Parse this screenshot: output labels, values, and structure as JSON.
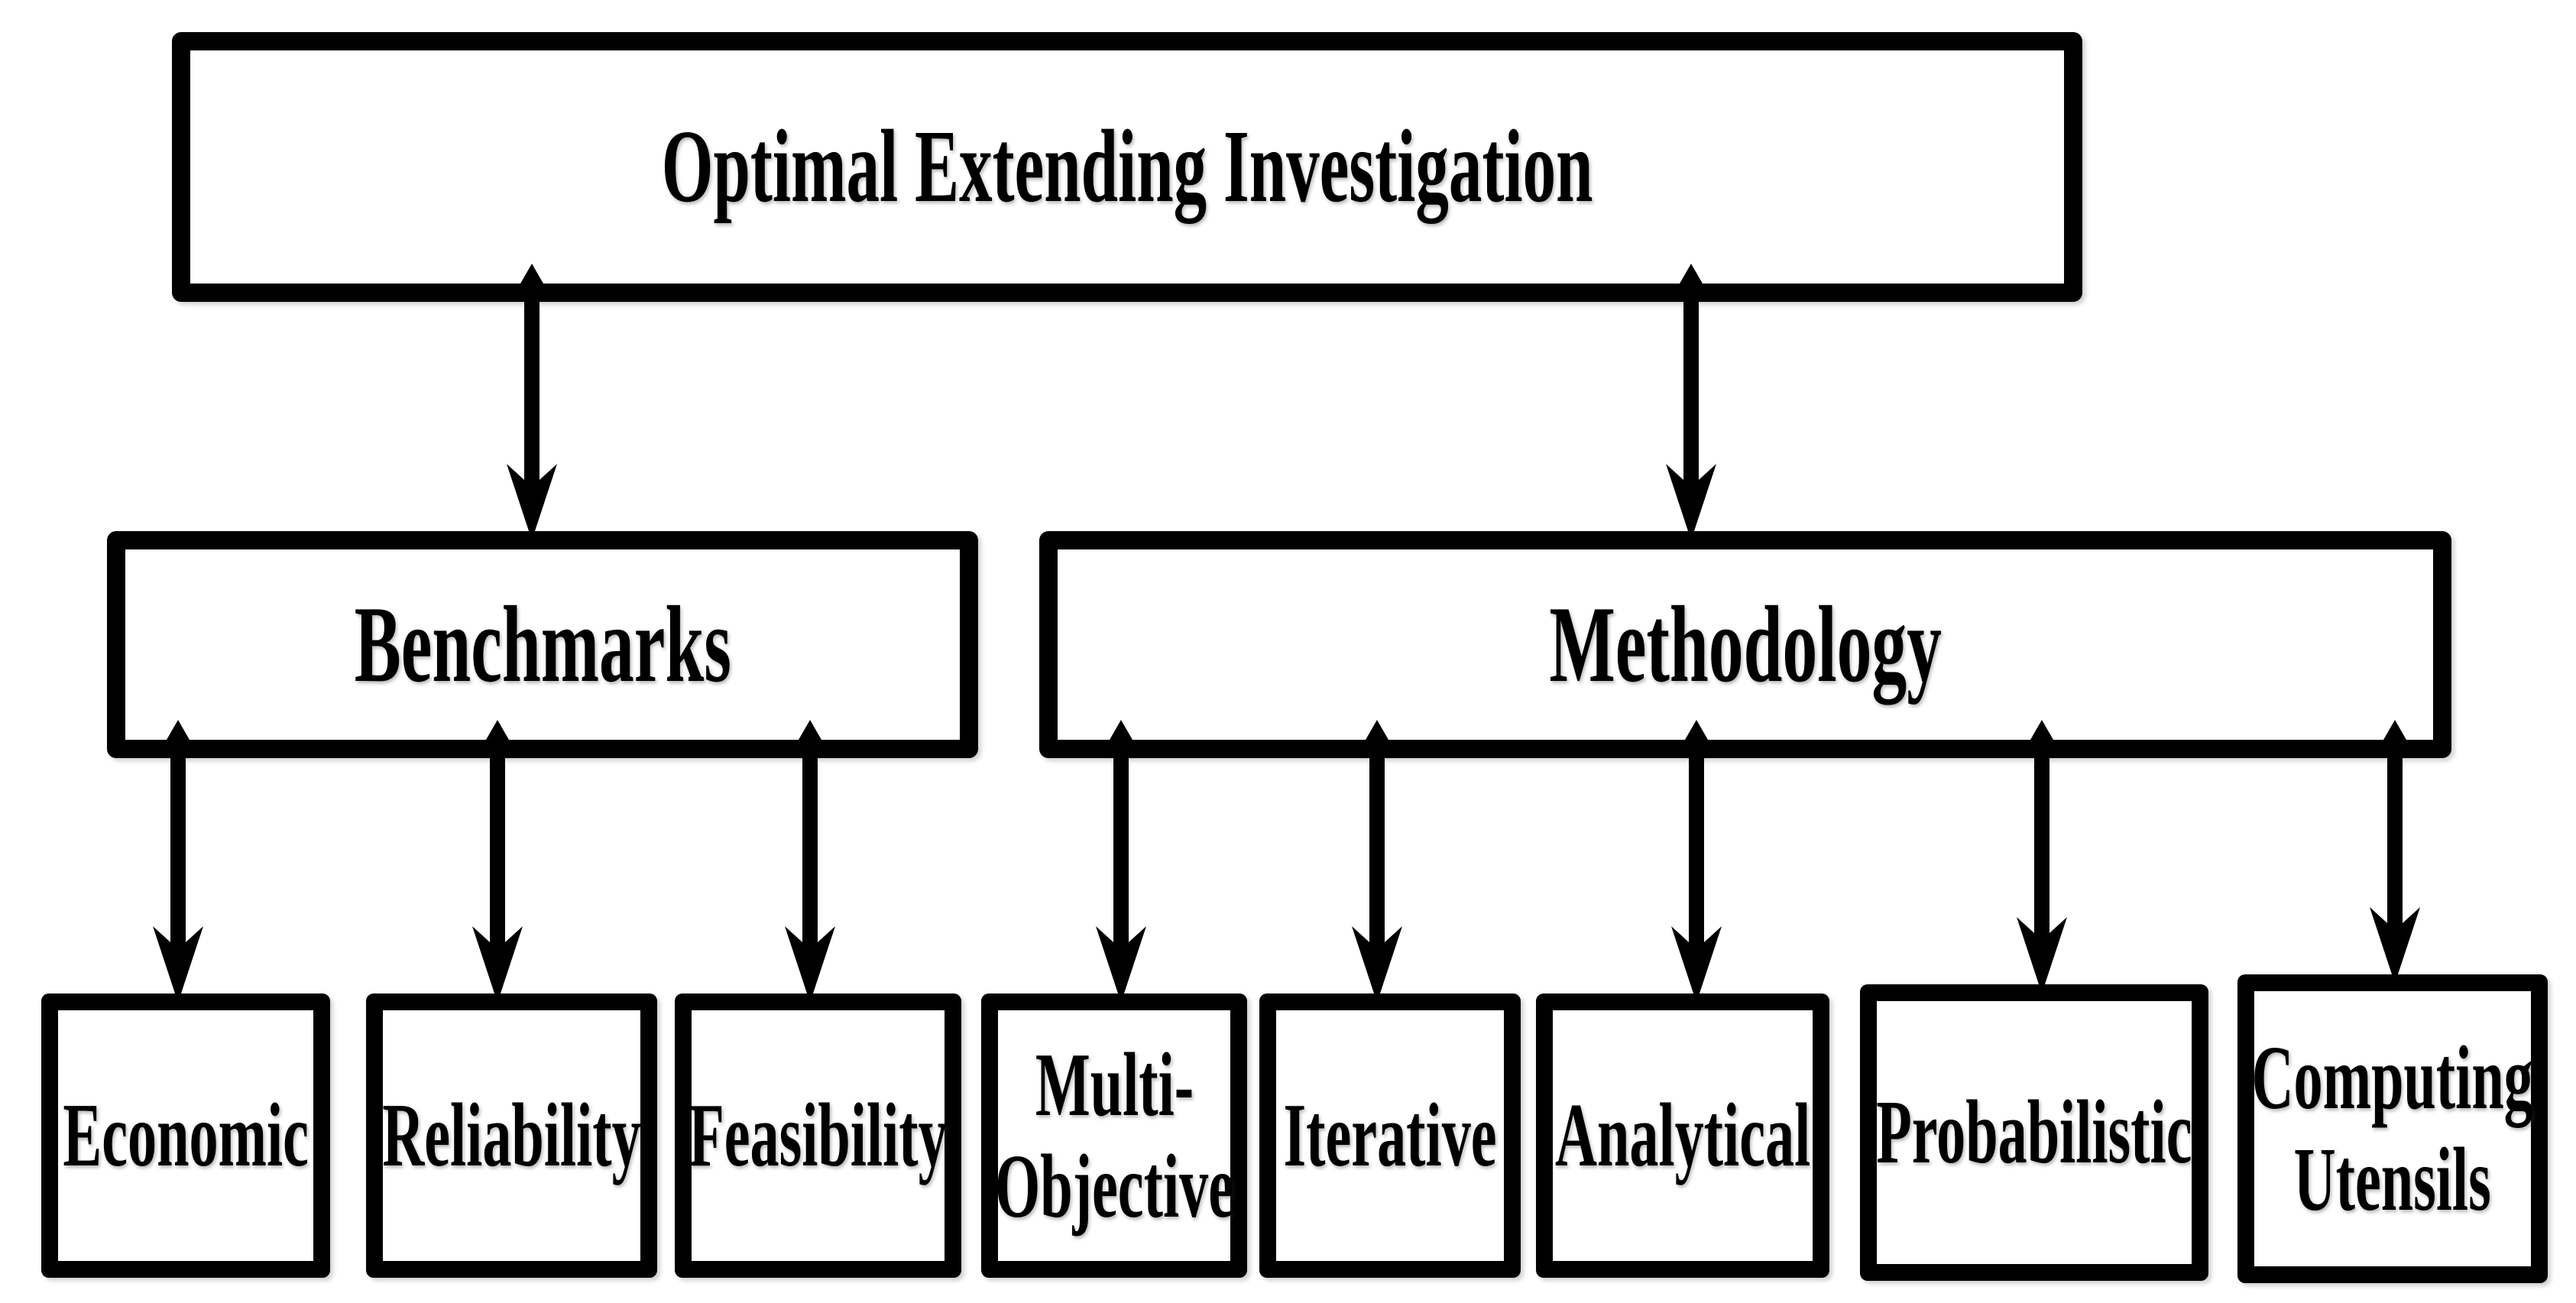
{
  "diagram": {
    "title": "Optimal Extending Investigation",
    "level2": {
      "benchmarks": "Benchmarks",
      "methodology": "Methodology"
    },
    "level3": {
      "economic": "Economic",
      "reliability": "Reliability",
      "feasibility": "Feasibility",
      "multi_objective": "Multi-\nObjective",
      "iterative": "Iterative",
      "analytical": "Analytical",
      "probabilistic": "Probabilistic",
      "computing_utensils": "Computing\nUtensils"
    },
    "structure": {
      "root_children": [
        "Benchmarks",
        "Methodology"
      ],
      "benchmarks_children": [
        "Economic",
        "Reliability",
        "Feasibility"
      ],
      "methodology_children": [
        "Multi-Objective",
        "Iterative",
        "Analytical",
        "Probabilistic",
        "Computing Utensils"
      ]
    },
    "colors": {
      "ink": "#000000",
      "background": "#ffffff",
      "box_fill": "#ffffff"
    }
  }
}
